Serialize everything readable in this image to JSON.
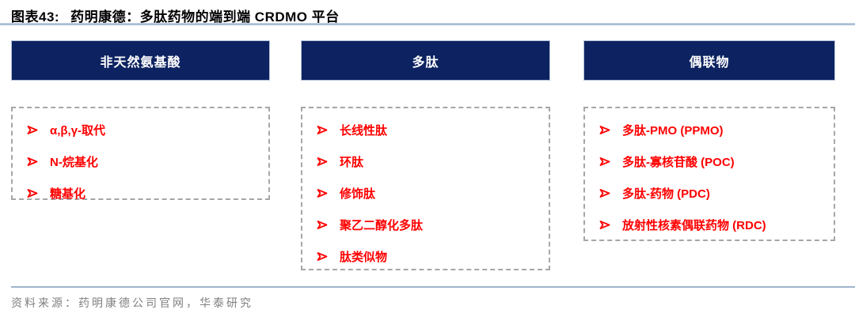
{
  "figure": {
    "label": "图表43:",
    "title": "药明康德：多肽药物的端到端 CRDMO 平台"
  },
  "columns": [
    {
      "header": "非天然氨基酸",
      "items": [
        "α,β,γ-取代",
        "N-烷基化",
        "糖基化"
      ]
    },
    {
      "header": "多肽",
      "items": [
        "长线性肽",
        "环肽",
        "修饰肽",
        "聚乙二醇化多肽",
        "肽类似物"
      ]
    },
    {
      "header": "偶联物",
      "items": [
        "多肽-PMO (PPMO)",
        "多肽-寡核苷酸 (POC)",
        "多肽-药物 (PDC)",
        "放射性核素偶联药物 (RDC)"
      ]
    }
  ],
  "footer": {
    "source": "资料来源：药明康德公司官网，华泰研究"
  },
  "colors": {
    "navy": "#0d2361",
    "red": "#ff0000",
    "rule": "#9fb4cd",
    "dash": "#a6a6a6",
    "gray": "#7f7f7f"
  }
}
